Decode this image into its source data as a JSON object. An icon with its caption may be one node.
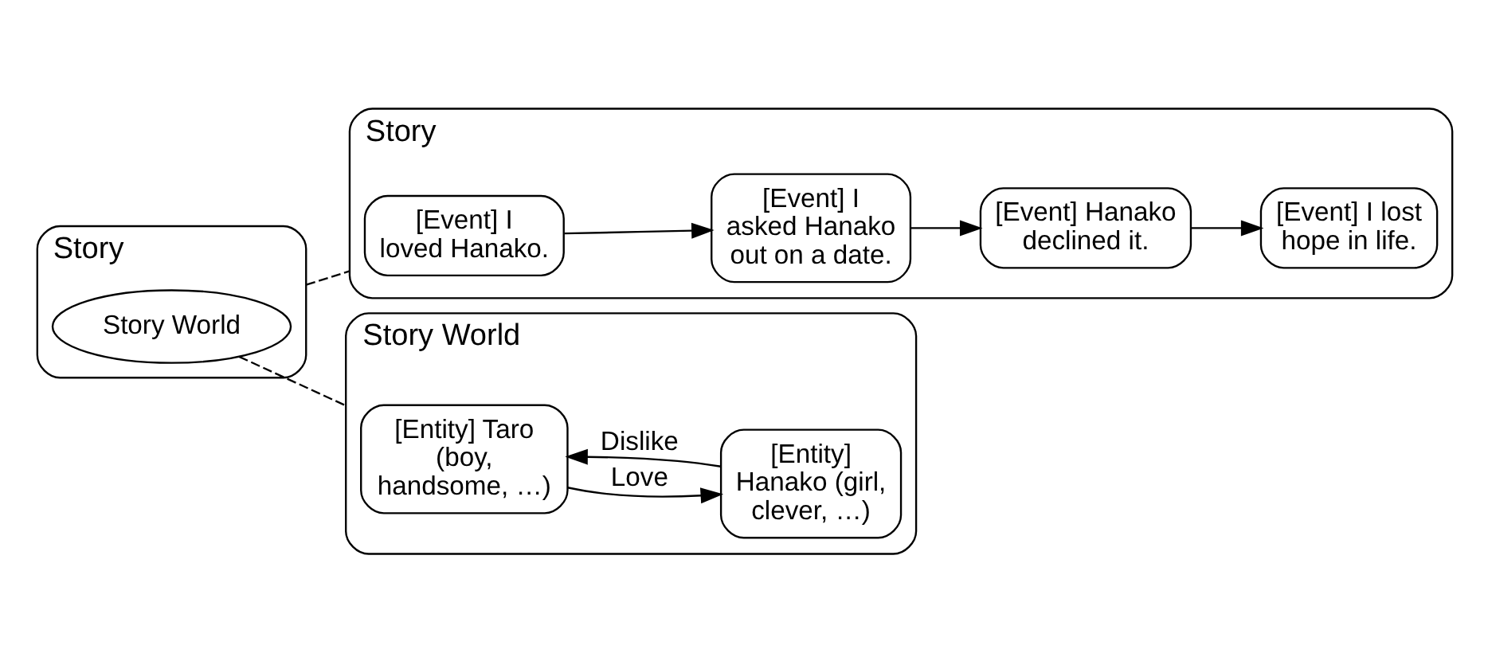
{
  "diagram": {
    "nodes": [
      {
        "text": [
          "Story"
        ]
      },
      {
        "text": [
          "Story World"
        ],
        "in": 0
      },
      {
        "text": [
          "Story"
        ]
      },
      {
        "text": [
          "[Event] I loved Hanako."
        ],
        "in": 2
      },
      {
        "text": [
          "[Event] I asked Hanako out on a date."
        ],
        "in": 2
      },
      {
        "text": [
          "[Event] Hanako declined it."
        ],
        "in": 2
      },
      {
        "text": [
          "[Event] I lost hope in life."
        ],
        "in": 2
      },
      {
        "text": [
          "Story World"
        ]
      },
      {
        "text": [
          "[Entity] Taro (boy, handsome, …)"
        ],
        "in": 7
      },
      {
        "text": [
          "[Entity] Hanako (girl, clever, …)"
        ],
        "in": 7
      }
    ],
    "edges": [
      {
        "from": 0,
        "to": 2,
        "arrow": "none",
        "style": "dashed"
      },
      {
        "from": 1,
        "to": 7,
        "arrow": "none",
        "style": "dashed"
      },
      {
        "from": 3,
        "to": 4,
        "arrow": "to"
      },
      {
        "from": 4,
        "to": 5,
        "arrow": "to"
      },
      {
        "from": 5,
        "to": 6,
        "arrow": "to"
      },
      {
        "from": 8,
        "to": 9,
        "label": "Love",
        "arrow": "to"
      },
      {
        "from": 9,
        "to": 8,
        "label": "Dislike",
        "arrow": "to"
      }
    ]
  }
}
